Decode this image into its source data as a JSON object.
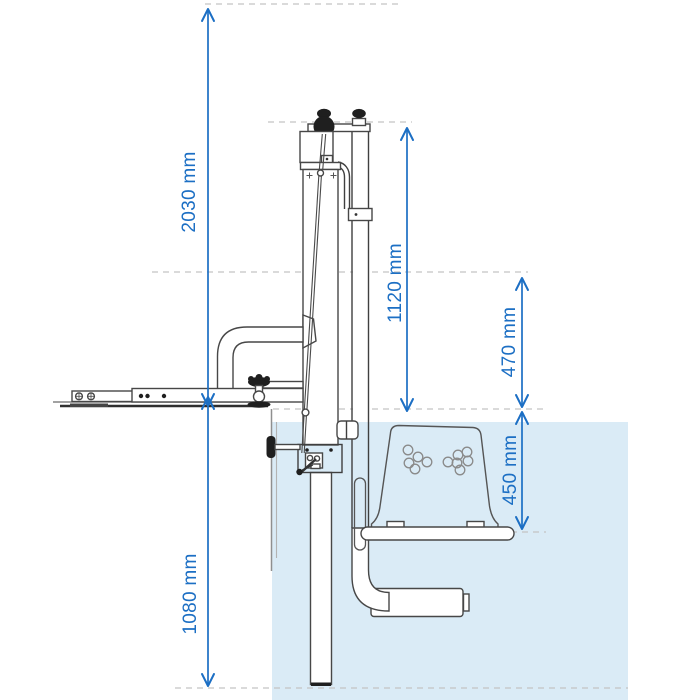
{
  "diagram_type": "pool-lift dimensional side-view drawing",
  "dimensions": {
    "overall_height": {
      "label": "2030 mm",
      "value": 2030,
      "unit": "mm"
    },
    "mast_height": {
      "label": "1120 mm",
      "value": 1120,
      "unit": "mm"
    },
    "hoist_clearance": {
      "label": "470 mm",
      "value": 470,
      "unit": "mm"
    },
    "seat_submersion": {
      "label": "450 mm",
      "value": 450,
      "unit": "mm"
    },
    "pool_depth": {
      "label": "1080 mm",
      "value": 1080,
      "unit": "mm"
    }
  },
  "colors": {
    "dimension_blue": "#1C6FC4",
    "water_fill": "#DAEBF6",
    "outline": "#3F3F3F",
    "guide_dash": "#C4C4C4"
  }
}
